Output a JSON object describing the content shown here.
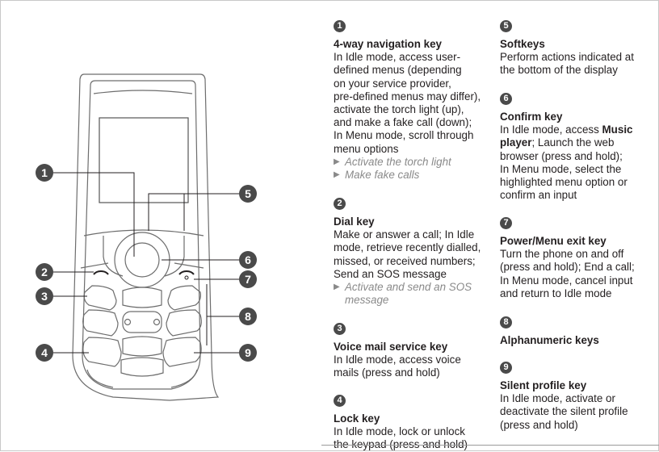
{
  "callouts": [
    {
      "number": "1",
      "title": "4-way navigation key",
      "desc": "In Idle mode, access user-defined menus (depending on your service provider, pre-defined menus may differ), activate the torch light (up), and make a fake call (down); In Menu mode, scroll through menu options",
      "desc_lines": [
        "In Idle mode, access user-",
        "defined menus (depending",
        "on your service provider,",
        "pre-defined menus may differ),",
        "activate the torch light (up),",
        "and make a fake call (down);",
        "In Menu mode, scroll through",
        "menu options"
      ],
      "links": [
        "Activate the torch light",
        "Make fake calls"
      ]
    },
    {
      "number": "2",
      "title": "Dial key",
      "desc": "Make or answer a call; In Idle mode, retrieve recently dialled, missed, or received numbers; Send an SOS message",
      "desc_lines": [
        "Make or answer a call; In Idle",
        "mode, retrieve recently dialled,",
        "missed, or received numbers;",
        "Send an SOS message"
      ],
      "links": [
        "Activate and send an SOS message"
      ],
      "link_lines": [
        "Activate and send an SOS",
        "message"
      ]
    },
    {
      "number": "3",
      "title": "Voice mail service key",
      "desc_lines": [
        "In Idle mode, access voice",
        "mails (press and hold)"
      ]
    },
    {
      "number": "4",
      "title": "Lock key",
      "desc_lines": [
        "In Idle mode, lock or unlock",
        "the keypad (press and hold)"
      ]
    },
    {
      "number": "5",
      "title": "Softkeys",
      "desc_lines": [
        "Perform actions indicated at",
        "the bottom of the display"
      ]
    },
    {
      "number": "6",
      "title": "Confirm key",
      "desc_parts": {
        "pre": "In Idle mode, access ",
        "bold1": "Music",
        "bold2": "player",
        "post_lines": [
          "; Launch the web",
          "browser (press and hold);",
          "In Menu mode, select the",
          "highlighted menu option or",
          "confirm an input"
        ]
      }
    },
    {
      "number": "7",
      "title": "Power/Menu exit key",
      "desc_lines": [
        "Turn the phone on and off",
        "(press and hold); End a call;",
        "In Menu mode, cancel input",
        "and return to Idle mode"
      ]
    },
    {
      "number": "8",
      "title": "Alphanumeric keys"
    },
    {
      "number": "9",
      "title": "Silent profile key",
      "desc_lines": [
        "In Idle mode, activate or",
        "deactivate the silent profile",
        "(press and hold)"
      ]
    }
  ],
  "diagram_labels": [
    "1",
    "2",
    "3",
    "4",
    "5",
    "6",
    "7",
    "8",
    "9"
  ],
  "colors": {
    "callout_fill": "#4a4a4a",
    "text": "#231f20",
    "link_gray": "#8a8a8a",
    "phone_line": "#6d6d6d"
  }
}
